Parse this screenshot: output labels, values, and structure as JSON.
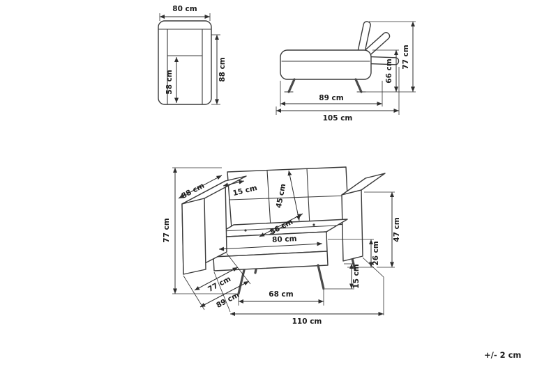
{
  "page": {
    "tolerance_note": "+/- 2 cm",
    "line_color": "#2e2e2e",
    "background": "#ffffff"
  },
  "front_view": {
    "width": "80 cm",
    "seat_height": "58 cm",
    "height": "88 cm"
  },
  "side_view": {
    "backrest_floor_height": "66 cm",
    "height": "77 cm",
    "depth": "89 cm",
    "total_depth": "105 cm"
  },
  "perspective_view": {
    "height": "77 cm",
    "armrest_length": "88 cm",
    "armrest_width": "15 cm",
    "backrest_height": "45 cm",
    "seat_depth": "56 cm",
    "seat_width": "80 cm",
    "seat_front_height": "26 cm",
    "armrest_height": "47 cm",
    "leg_height": "15 cm",
    "leg_distance": "68 cm",
    "inner_depth": "77 cm",
    "total_depth": "89 cm",
    "total_width": "110 cm"
  }
}
